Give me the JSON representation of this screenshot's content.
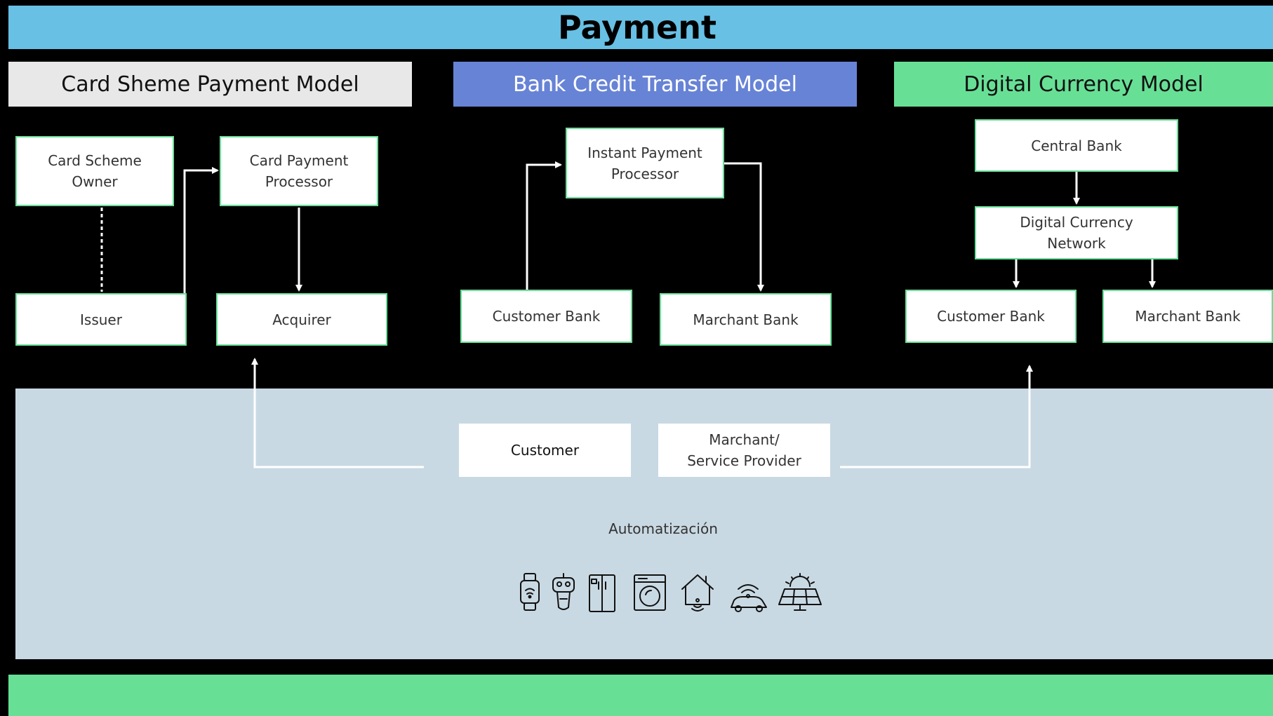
{
  "title": "Payment",
  "colors": {
    "title_bar": "#68c0e4",
    "card_header": "#e8e8e8",
    "bank_header": "#6783d6",
    "digital_header": "#67e096",
    "box_border": "#67e096",
    "panel": "#c9d9e3",
    "bottom_bar": "#67e096"
  },
  "models": {
    "card": {
      "header": "Card Sheme Payment Model",
      "scheme_owner": "Card Scheme\nOwner",
      "processor": "Card Payment\nProcessor",
      "issuer": "Issuer",
      "acquirer": "Acquirer"
    },
    "bank": {
      "header": "Bank Credit Transfer Model",
      "processor": "Instant Payment\nProcessor",
      "customer_bank": "Customer Bank",
      "merchant_bank": "Marchant Bank"
    },
    "digital": {
      "header": "Digital Currency Model",
      "central_bank": "Central Bank",
      "network": "Digital Currency\nNetwork",
      "customer_bank": "Customer Bank",
      "merchant_bank": "Marchant Bank"
    }
  },
  "parties": {
    "customer": "Customer",
    "merchant": "Marchant/\nService Provider"
  },
  "automation": {
    "label": "Automatización",
    "icons": [
      "smartwatch-icon",
      "robot-icon",
      "fridge-icon",
      "washing-machine-icon",
      "smart-home-icon",
      "connected-car-icon",
      "solar-panel-icon"
    ]
  }
}
